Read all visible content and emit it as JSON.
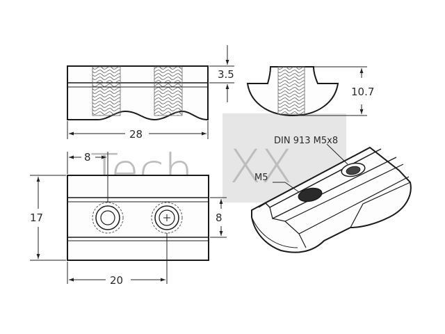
{
  "watermark": {
    "text_tech": "Tech",
    "text_xx": "XX",
    "color": "#bdbdbd"
  },
  "dimensions": {
    "top_length": "28",
    "top_thickness": "3.5",
    "side_height": "10.7",
    "plan_hole_offset": "8",
    "plan_width": "17",
    "plan_hole_spacing": "8",
    "plan_length": "20"
  },
  "annotations": {
    "screw_spec": "DIN 913 M5x8",
    "thread": "M5"
  },
  "colors": {
    "line": "#1a1a1a",
    "watermark": "#bdbdbd",
    "panel": "#e4e4e4"
  }
}
